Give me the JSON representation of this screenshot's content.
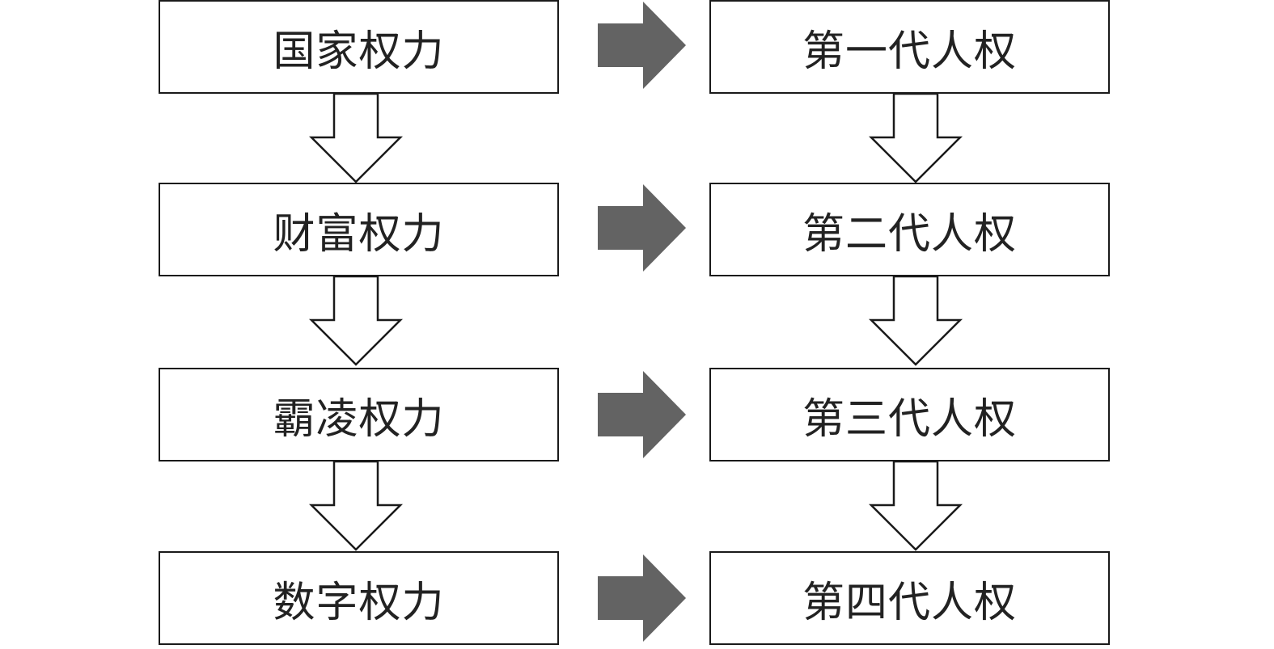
{
  "diagram": {
    "power_nodes": [
      {
        "label": "国家权力"
      },
      {
        "label": "财富权力"
      },
      {
        "label": "霸凌权力"
      },
      {
        "label": "数字权力"
      }
    ],
    "rights_nodes": [
      {
        "label": "第一代人权"
      },
      {
        "label": "第二代人权"
      },
      {
        "label": "第三代人权"
      },
      {
        "label": "第四代人权"
      }
    ],
    "colors": {
      "box_border": "#1a1a1a",
      "box_text": "#222222",
      "solid_arrow": "#636363",
      "hollow_arrow_stroke": "#1a1a1a"
    }
  }
}
